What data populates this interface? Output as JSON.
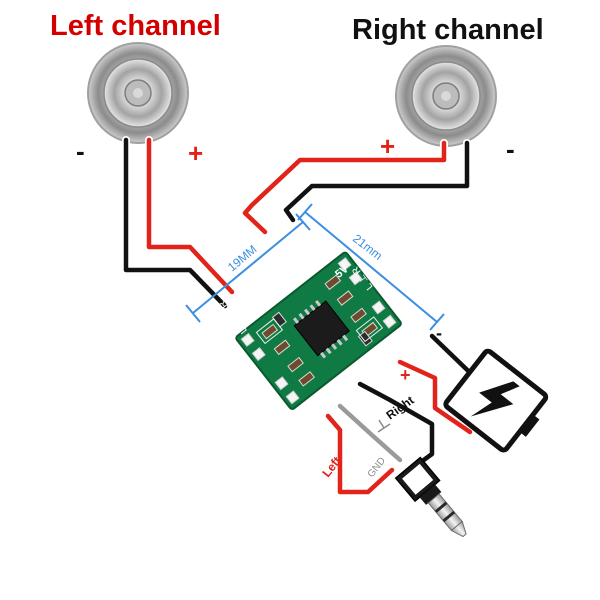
{
  "titles": {
    "left": "Left channel",
    "right": "Right channel"
  },
  "polarity": {
    "left_minus": "-",
    "left_plus": "+",
    "right_plus": "+",
    "right_minus": "-",
    "battery_plus": "+",
    "battery_minus": "-"
  },
  "board": {
    "dim_width": "19MM",
    "dim_length": "21mm",
    "silk_out": "L OUT R",
    "silk_in": "L  ⊥  R",
    "silk_power": "5V"
  },
  "audio_input": {
    "left": "Left",
    "gnd": "GND",
    "right": "Right"
  },
  "colors": {
    "title_left": "#d40000",
    "title_right": "#111111",
    "wire_red": "#e2231a",
    "wire_black": "#111111",
    "wire_gray": "#9a9a9a",
    "dimension": "#3b8fe0",
    "pcb": "#0f7a43",
    "jack_silver": "#d9d9d9"
  },
  "icons": [
    "speaker-icon",
    "battery-icon",
    "lightning-icon",
    "audio-jack-icon",
    "ground-symbol-icon"
  ]
}
